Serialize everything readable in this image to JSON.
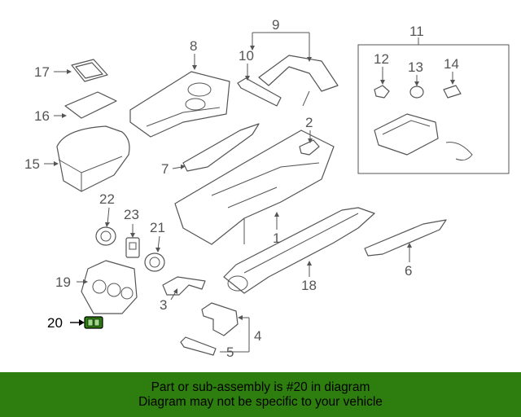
{
  "callouts": [
    "1",
    "2",
    "3",
    "4",
    "5",
    "6",
    "7",
    "8",
    "9",
    "10",
    "11",
    "12",
    "13",
    "14",
    "15",
    "16",
    "17",
    "18",
    "19",
    "20",
    "21",
    "22",
    "23"
  ],
  "highlighted_part": "20",
  "banner": {
    "line1": "Part or sub-assembly is #20 in diagram",
    "line2": "Diagram may not be specific to your vehicle"
  },
  "colors": {
    "banner_bg": "#2e7d0f",
    "highlight_part": "#2e7d0f",
    "line_art": "#555555"
  }
}
